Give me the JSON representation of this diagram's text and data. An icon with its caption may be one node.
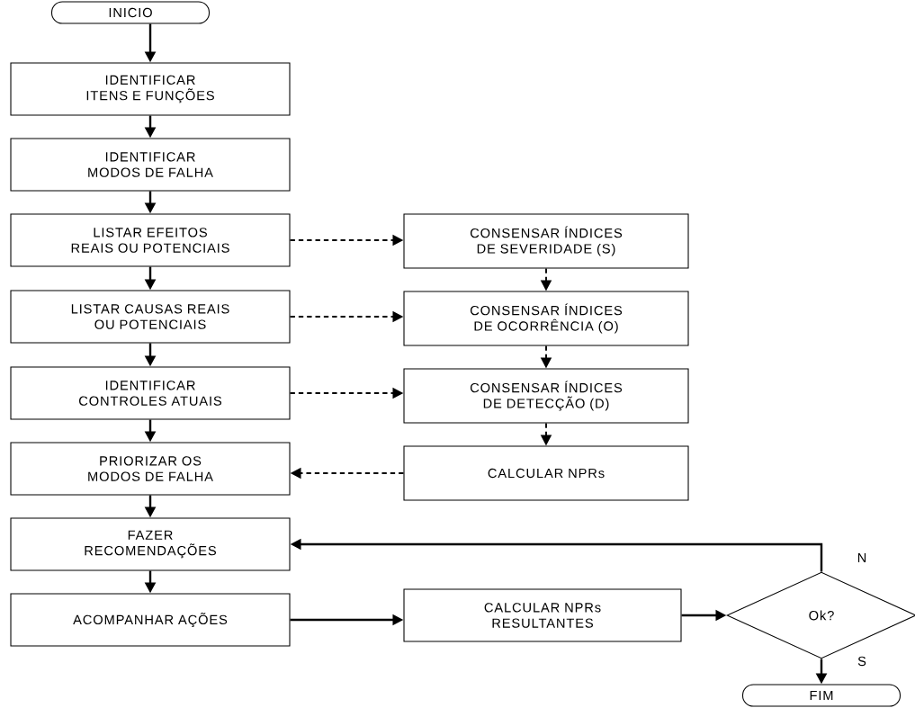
{
  "diagram": {
    "nodes": [
      {
        "text": [
          "INICIO"
        ]
      },
      {
        "text": [
          "IDENTIFICAR ITENS E FUNÇÕES"
        ]
      },
      {
        "text": [
          "IDENTIFICAR MODOS DE FALHA"
        ]
      },
      {
        "text": [
          "LISTAR EFEITOS REAIS OU POTENCIAIS"
        ]
      },
      {
        "text": [
          "LISTAR CAUSAS REAIS OU POTENCIAIS"
        ]
      },
      {
        "text": [
          "IDENTIFICAR CONTROLES ATUAIS"
        ]
      },
      {
        "text": [
          "PRIORIZAR OS MODOS DE FALHA"
        ]
      },
      {
        "text": [
          "FAZER RECOMENDAÇÕES"
        ]
      },
      {
        "text": [
          "ACOMPANHAR AÇÕES"
        ]
      },
      {
        "text": [
          "CONSENSAR ÍNDICES DE SEVERIDADE (S)"
        ]
      },
      {
        "text": [
          "CONSENSAR ÍNDICES DE OCORRÊNCIA (O)"
        ]
      },
      {
        "text": [
          "CONSENSAR ÍNDICES DE DETECÇÃO (D)"
        ]
      },
      {
        "text": [
          "CALCULAR NPRs"
        ]
      },
      {
        "text": [
          "CALCULAR NPRs RESULTANTES"
        ]
      },
      {
        "text": [
          "Ok?"
        ]
      },
      {
        "text": [
          "FIM"
        ]
      }
    ],
    "edges": [
      {
        "from": 0,
        "to": 1,
        "arrow": "to"
      },
      {
        "from": 1,
        "to": 2,
        "arrow": "to"
      },
      {
        "from": 2,
        "to": 3,
        "arrow": "to"
      },
      {
        "from": 3,
        "to": 4,
        "arrow": "to"
      },
      {
        "from": 4,
        "to": 5,
        "arrow": "to"
      },
      {
        "from": 5,
        "to": 6,
        "arrow": "to"
      },
      {
        "from": 6,
        "to": 7,
        "arrow": "to"
      },
      {
        "from": 7,
        "to": 8,
        "arrow": "to"
      },
      {
        "from": 3,
        "to": 9,
        "arrow": "to",
        "style": "dashed"
      },
      {
        "from": 4,
        "to": 10,
        "arrow": "to",
        "style": "dashed"
      },
      {
        "from": 5,
        "to": 11,
        "arrow": "to",
        "style": "dashed"
      },
      {
        "from": 9,
        "to": 10,
        "arrow": "to",
        "style": "dashed"
      },
      {
        "from": 10,
        "to": 11,
        "arrow": "to",
        "style": "dashed"
      },
      {
        "from": 11,
        "to": 12,
        "arrow": "to",
        "style": "dashed"
      },
      {
        "from": 12,
        "to": 6,
        "arrow": "to",
        "style": "dashed"
      },
      {
        "from": 8,
        "to": 13,
        "arrow": "to"
      },
      {
        "from": 13,
        "to": 14,
        "arrow": "to"
      },
      {
        "from": 14,
        "to": 7,
        "arrow": "to",
        "label": "N"
      },
      {
        "from": 14,
        "to": 15,
        "arrow": "to",
        "label": "S"
      }
    ]
  }
}
